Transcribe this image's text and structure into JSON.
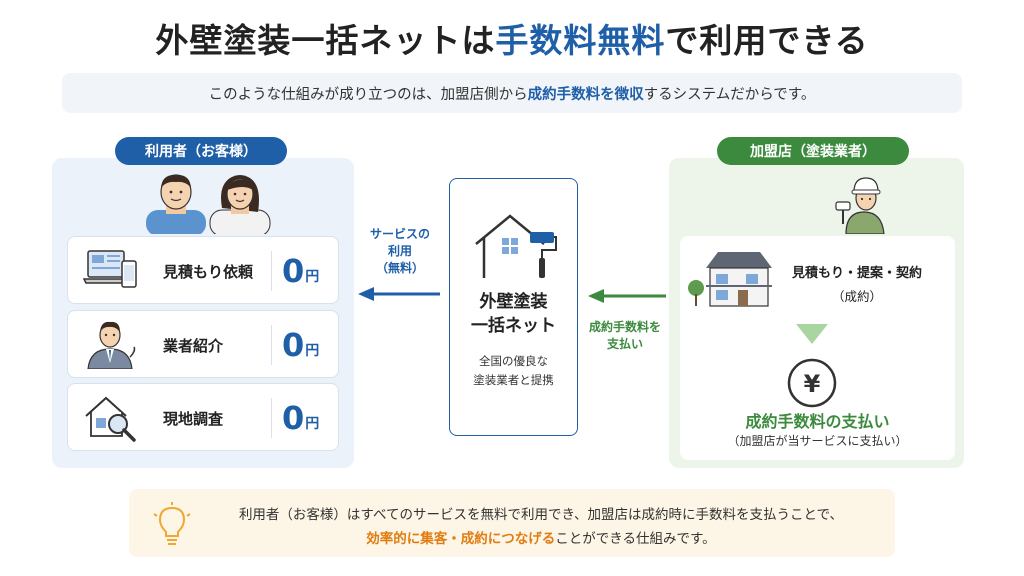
{
  "title": {
    "pre": "外壁塗装一括ネットは",
    "highlight": "手数料無料",
    "post": "で利用できる"
  },
  "subtitle": {
    "pre": "このような仕組みが成り立つのは、加盟店側から",
    "highlight": "成約手数料を徴収",
    "post": "するシステムだからです。"
  },
  "left_panel": {
    "badge": "利用者（お客様）",
    "people_icon": "customers-couple-icon",
    "services": [
      {
        "label": "見積もり依頼",
        "price": "0",
        "unit": "円",
        "icon": "laptop-phone-icon"
      },
      {
        "label": "業者紹介",
        "price": "0",
        "unit": "円",
        "icon": "consultant-icon"
      },
      {
        "label": "現地調査",
        "price": "0",
        "unit": "円",
        "icon": "house-magnifier-icon"
      }
    ]
  },
  "center": {
    "name_line1": "外壁塗装",
    "name_line2": "一括ネット",
    "desc_line1": "全国の優良な",
    "desc_line2": "塗装業者と提携",
    "icon": "house-paint-roller-icon"
  },
  "arrow_left": {
    "line1": "サービスの",
    "line2": "利用",
    "line3": "（無料）"
  },
  "arrow_right": {
    "line1": "成約手数料を",
    "line2": "支払い"
  },
  "right_panel": {
    "badge": "加盟店（塗装業者）",
    "worker_icon": "painter-worker-icon",
    "contract_label": "見積もり・提案・契約",
    "contract_sub": "（成約）",
    "yen_symbol": "¥",
    "fee_title": "成約手数料の支払い",
    "fee_sub": "（加盟店が当サービスに支払い）"
  },
  "note": {
    "icon": "lightbulb-icon",
    "line1": "利用者（お客様）はすべてのサービスを無料で利用でき、加盟店は成約時に手数料を支払うことで、",
    "line2_highlight": "効率的に集客・成約につなげる",
    "line2_post": "ことができる仕組みです。"
  },
  "colors": {
    "primary_blue": "#1f5fa8",
    "green": "#3b8a3e",
    "orange": "#e07d12"
  }
}
